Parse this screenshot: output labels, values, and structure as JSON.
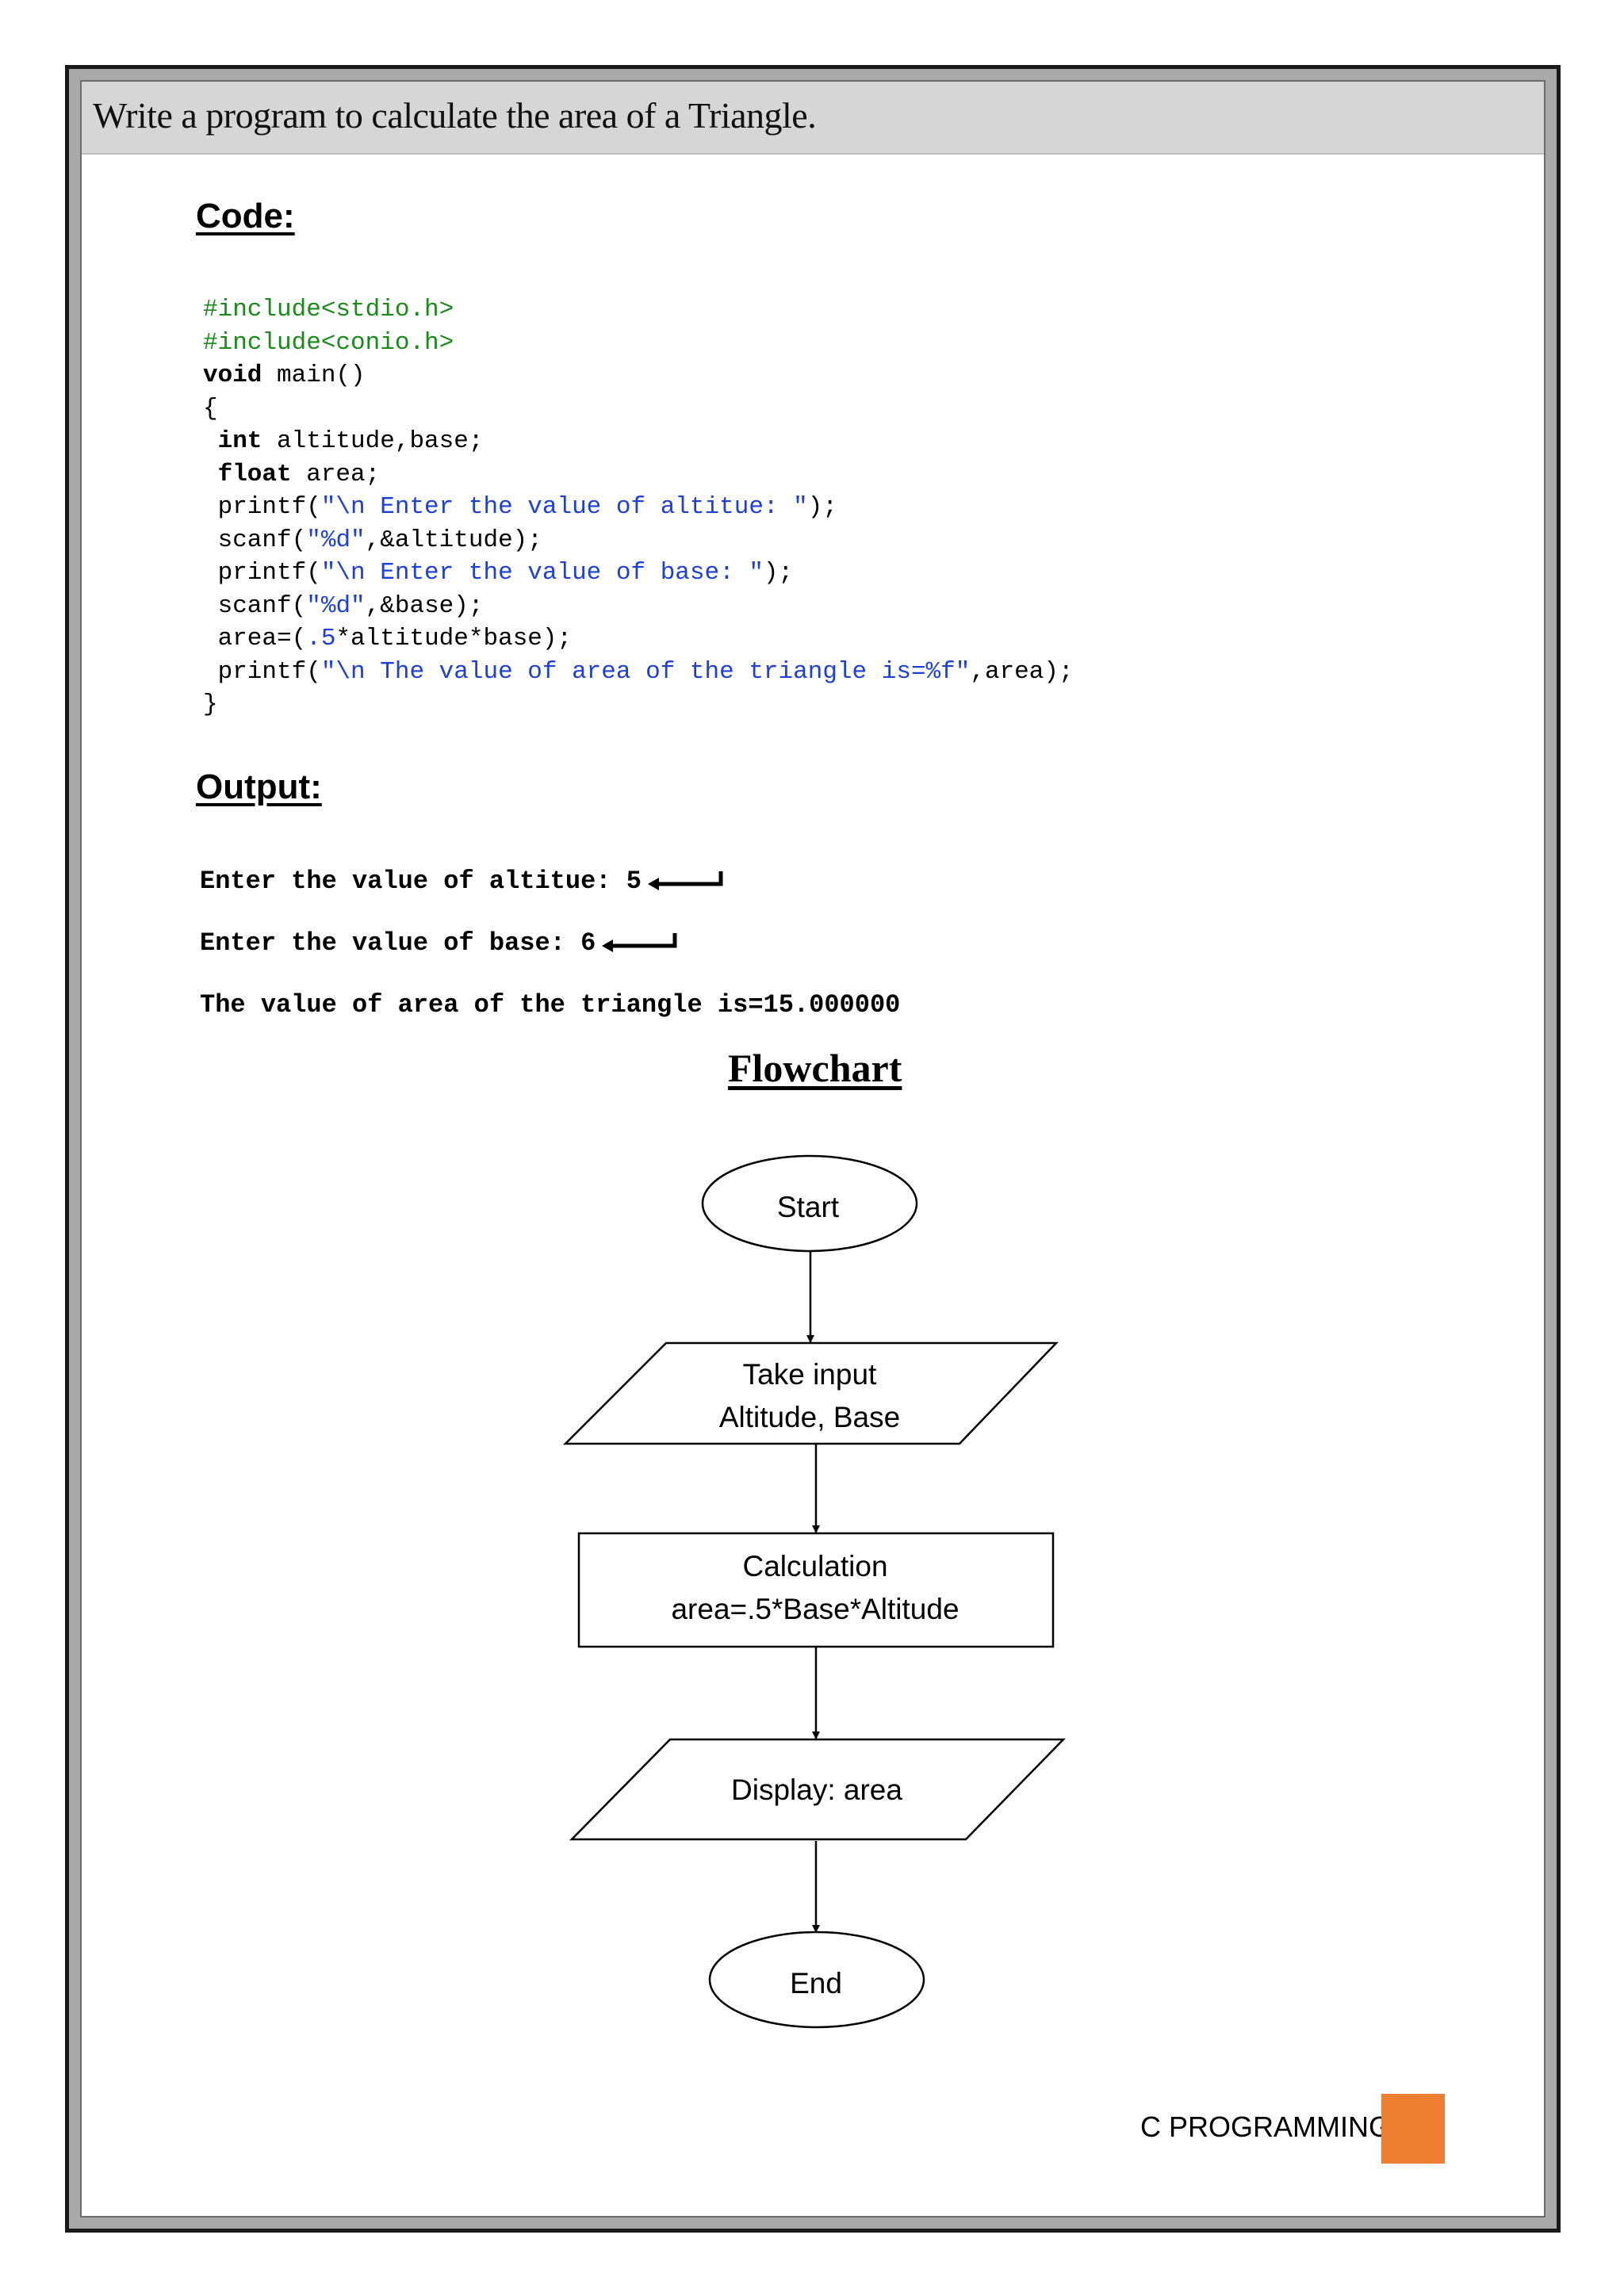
{
  "header": {
    "title": "Write a program to calculate the area of a Triangle."
  },
  "code_section": {
    "heading": "Code:",
    "lines": [
      [
        {
          "t": "#include<stdio.h>",
          "c": "green"
        }
      ],
      [
        {
          "t": "#include<conio.h>",
          "c": "green"
        }
      ],
      [
        {
          "t": "void",
          "c": "kw"
        },
        {
          "t": " main()",
          "c": "plain"
        }
      ],
      [
        {
          "t": "{",
          "c": "plain"
        }
      ],
      [
        {
          "t": " int",
          "c": "kw"
        },
        {
          "t": " altitude,base;",
          "c": "plain"
        }
      ],
      [
        {
          "t": " float",
          "c": "kw"
        },
        {
          "t": " area;",
          "c": "plain"
        }
      ],
      [
        {
          "t": " printf(",
          "c": "plain"
        },
        {
          "t": "\"\\n Enter the value of altitue: \"",
          "c": "blue"
        },
        {
          "t": ");",
          "c": "plain"
        }
      ],
      [
        {
          "t": " scanf(",
          "c": "plain"
        },
        {
          "t": "\"%d\"",
          "c": "blue"
        },
        {
          "t": ",&altitude);",
          "c": "plain"
        }
      ],
      [
        {
          "t": " printf(",
          "c": "plain"
        },
        {
          "t": "\"\\n Enter the value of base: \"",
          "c": "blue"
        },
        {
          "t": ");",
          "c": "plain"
        }
      ],
      [
        {
          "t": " scanf(",
          "c": "plain"
        },
        {
          "t": "\"%d\"",
          "c": "blue"
        },
        {
          "t": ",&base);",
          "c": "plain"
        }
      ],
      [
        {
          "t": " area=(",
          "c": "plain"
        },
        {
          "t": ".5",
          "c": "blue"
        },
        {
          "t": "*altitude*base);",
          "c": "plain"
        }
      ],
      [
        {
          "t": " printf(",
          "c": "plain"
        },
        {
          "t": "\"\\n The value of area of the triangle is=%f\"",
          "c": "blue"
        },
        {
          "t": ",area);",
          "c": "plain"
        }
      ],
      [
        {
          "t": "}",
          "c": "plain"
        }
      ]
    ]
  },
  "output_section": {
    "heading": "Output:",
    "lines": [
      {
        "text": "Enter the value of altitue: 5",
        "enter_arrow": true
      },
      {
        "text": "Enter the value of base: 6",
        "enter_arrow": true
      },
      {
        "text": "The value of area of the triangle is=15.000000",
        "enter_arrow": false
      }
    ]
  },
  "flowchart": {
    "title": "Flowchart",
    "start": "Start",
    "input_line1": "Take input",
    "input_line2": "Altitude, Base",
    "process_line1": "Calculation",
    "process_line2": "area=.5*Base*Altitude",
    "output": "Display: area",
    "end": "End"
  },
  "footer": {
    "label": "C PROGRAMMING",
    "accent_color": "#ed7d31"
  }
}
